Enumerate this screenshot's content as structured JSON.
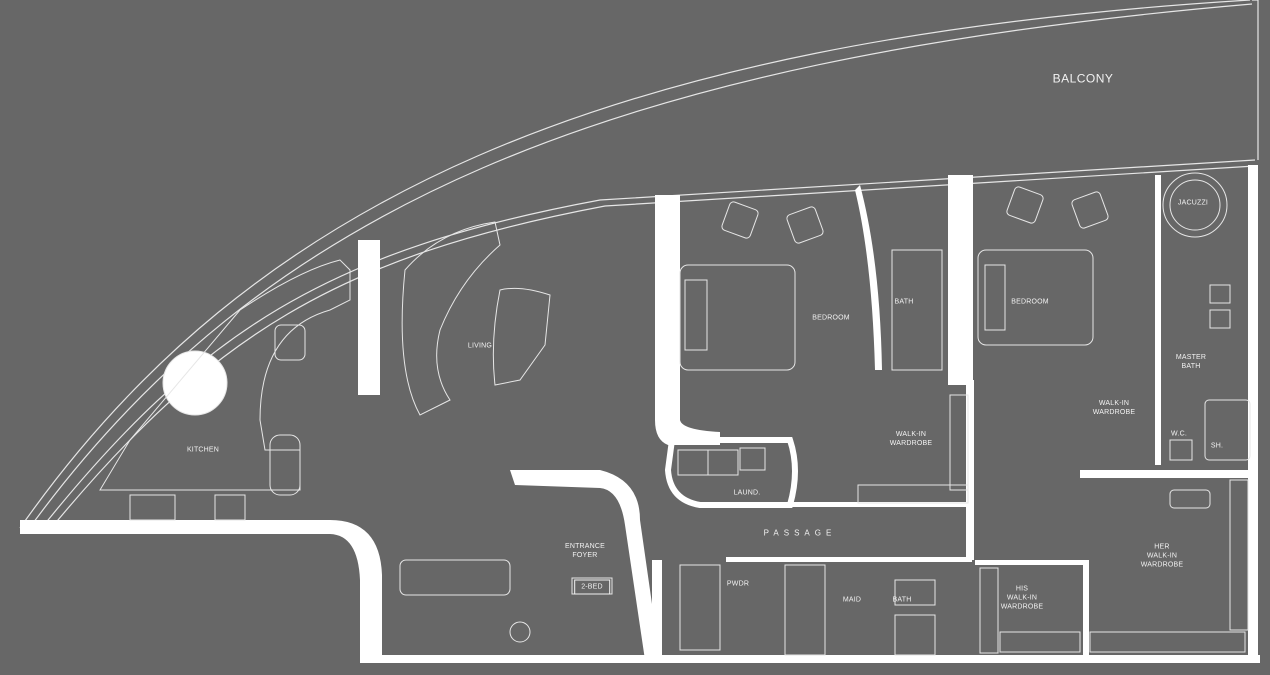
{
  "colors": {
    "background": "#676767",
    "walls": "#ffffff",
    "lines": "#e6e6e6"
  },
  "rooms": {
    "balcony": "BALCONY",
    "kitchen": "KITCHEN",
    "living": "LIVING",
    "bedroom_1": "BEDROOM",
    "bath_1": "BATH",
    "bedroom_2": "BEDROOM",
    "jacuzzi": "JACUZZI",
    "master_bath": "MASTER\nBATH",
    "walk_in_wardrobe_1": "WALK-IN\nWARDROBE",
    "walk_in_wardrobe_2": "WALK-IN\nWARDROBE",
    "wc": "W.C.",
    "shower": "SH.",
    "laundry": "LAUND.",
    "passage": "PASSAGE",
    "entrance_foyer": "ENTRANCE\nFOYER",
    "unit_type": "2-BED",
    "powder": "PWDR",
    "maid": "MAID",
    "bath_2": "BATH",
    "his_wardrobe": "HIS\nWALK-IN\nWARDROBE",
    "her_wardrobe": "HER\nWALK-IN\nWARDROBE"
  }
}
